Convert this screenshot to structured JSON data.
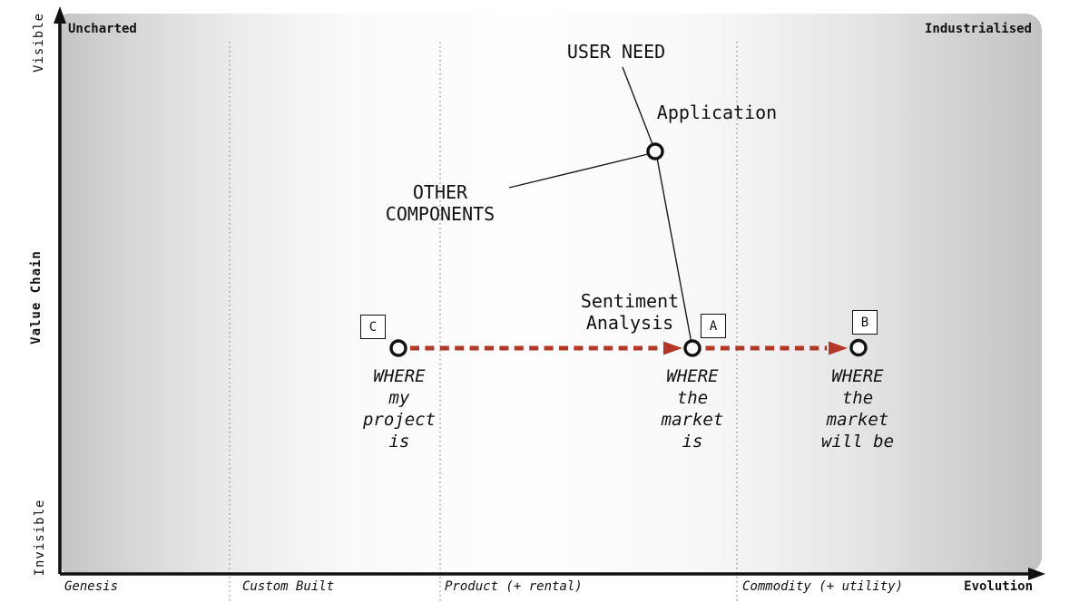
{
  "colors": {
    "arrow_red": "#b53728",
    "axis_black": "#111111",
    "separator_gray": "#a0a0a0"
  },
  "frame": {
    "top_left": "Uncharted",
    "top_right": "Industrialised",
    "y_axis": {
      "top": "Visible",
      "middle": "Value Chain",
      "bottom": "Invisible"
    },
    "x_axis": {
      "label": "Evolution",
      "stages": [
        "Genesis",
        "Custom Built",
        "Product (+ rental)",
        "Commodity (+ utility)"
      ]
    }
  },
  "components": {
    "user_need": "USER NEED",
    "application": "Application",
    "other_components": "OTHER\nCOMPONENTS",
    "sentiment_analysis": "Sentiment\nAnalysis"
  },
  "markers": [
    {
      "tag": "C",
      "caption": "WHERE\nmy\nproject\nis"
    },
    {
      "tag": "A",
      "caption": "WHERE\nthe\nmarket\nis"
    },
    {
      "tag": "B",
      "caption": "WHERE\nthe\nmarket\nwill be"
    }
  ]
}
